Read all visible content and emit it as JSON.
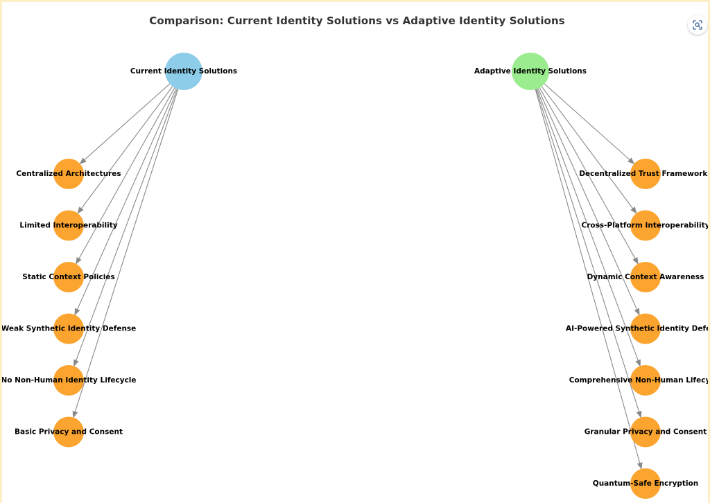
{
  "title": "Comparison: Current Identity Solutions vs Adaptive Identity Solutions",
  "toolbar": {
    "lens_icon": "visual-search-icon"
  },
  "colors": {
    "current_root": "#8ecdea",
    "adaptive_root": "#9bec8e",
    "leaf": "#fba42f",
    "edge": "#888888"
  },
  "diagram": {
    "current": {
      "label": "Current Identity Solutions",
      "children": [
        "Centralized Architectures",
        "Limited Interoperability",
        "Static Context Policies",
        "Weak Synthetic Identity Defense",
        "No Non-Human Identity Lifecycle",
        "Basic Privacy and Consent"
      ]
    },
    "adaptive": {
      "label": "Adaptive Identity Solutions",
      "children": [
        "Decentralized Trust Frameworks",
        "Cross-Platform Interoperability",
        "Dynamic Context Awareness",
        "AI-Powered Synthetic Identity Defense",
        "Comprehensive Non-Human Lifecycle",
        "Granular Privacy and Consent",
        "Quantum-Safe Encryption"
      ]
    }
  }
}
